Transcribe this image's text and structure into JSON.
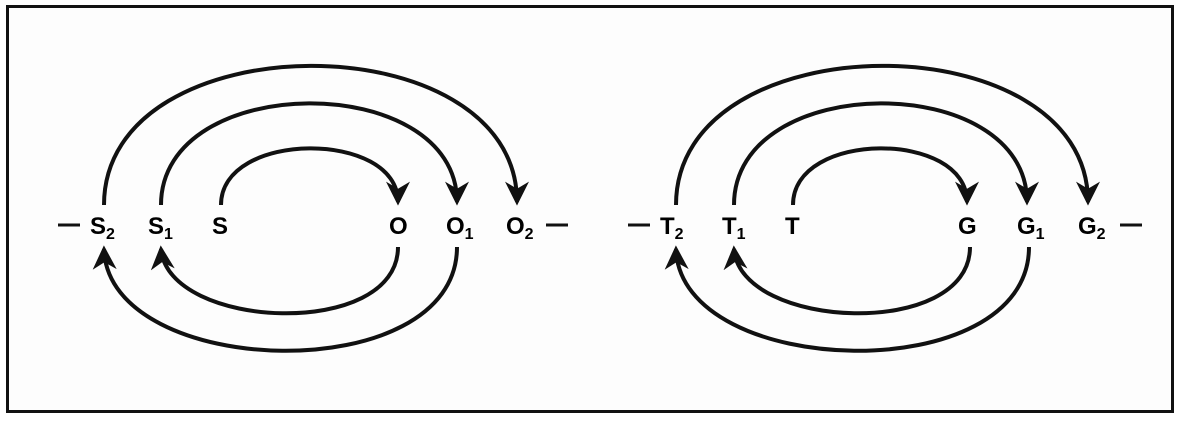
{
  "colors": {
    "ink": "#111111",
    "background": "#fdfdfd"
  },
  "left_group": {
    "nodes": [
      {
        "base": "S",
        "sub": "2"
      },
      {
        "base": "S",
        "sub": "1"
      },
      {
        "base": "S",
        "sub": ""
      },
      {
        "base": "O",
        "sub": ""
      },
      {
        "base": "O",
        "sub": "1"
      },
      {
        "base": "O",
        "sub": "2"
      }
    ],
    "arrows": [
      {
        "from": "S",
        "to": "O"
      },
      {
        "from": "S1",
        "to": "O1"
      },
      {
        "from": "S2",
        "to": "O2"
      },
      {
        "from": "O",
        "to": "S1"
      },
      {
        "from": "O1",
        "to": "S2"
      }
    ]
  },
  "right_group": {
    "nodes": [
      {
        "base": "T",
        "sub": "2"
      },
      {
        "base": "T",
        "sub": "1"
      },
      {
        "base": "T",
        "sub": ""
      },
      {
        "base": "G",
        "sub": ""
      },
      {
        "base": "G",
        "sub": "1"
      },
      {
        "base": "G",
        "sub": "2"
      }
    ],
    "arrows": [
      {
        "from": "T",
        "to": "G"
      },
      {
        "from": "T1",
        "to": "G1"
      },
      {
        "from": "T2",
        "to": "G2"
      },
      {
        "from": "G",
        "to": "T1"
      },
      {
        "from": "G1",
        "to": "T2"
      }
    ]
  }
}
